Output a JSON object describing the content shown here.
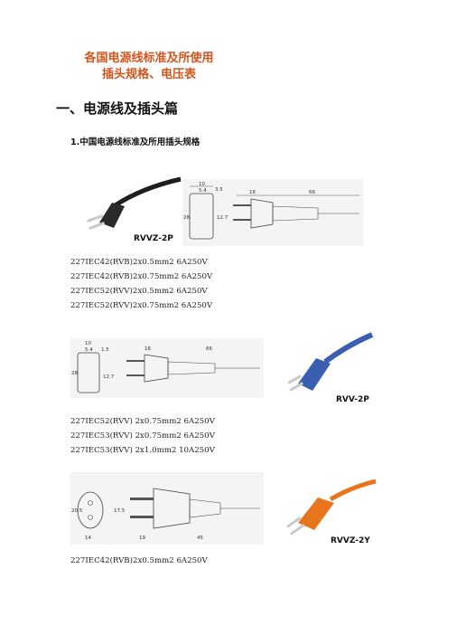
{
  "document": {
    "title_line1": "各国电源线标准及所使用",
    "title_line2": "插头规格、电压表",
    "section_heading": "一、电源线及插头篇",
    "subsection_heading": "1.中国电源线标准及所用插头规格"
  },
  "figures": [
    {
      "photo_label": "RVVZ-2P",
      "dims": [
        "10",
        "5.4",
        "3.5",
        "12.7",
        "28",
        "16",
        "66"
      ],
      "specs": [
        "227IEC42(RVB)2x0.5mm2 6A250V",
        "227IEC42(RVB)2x0.75mm2 6A250V",
        "227IEC52(RVV)2x0.5mm2 6A250V",
        "227IEC52(RVV)2x0.75mm2 6A250V"
      ]
    },
    {
      "photo_label": "RVV-2P",
      "dims": [
        "10",
        "5.4",
        "1.5",
        "28",
        "12.7",
        "16",
        "66"
      ],
      "specs": [
        "227IEC52(RVV) 2x0.75mm2 6A250V",
        "227IEC53(RVV) 2x0.75mm2 6A250V",
        "227IEC53(RVV) 2x1.0mm2 10A250V"
      ]
    },
    {
      "photo_label": "RVVZ-2Y",
      "dims": [
        "20.5",
        "17.5",
        "19",
        "45",
        "14"
      ],
      "specs": [
        "227IEC42(RVB)2x0.5mm2 6A250V"
      ]
    }
  ],
  "colors": {
    "title": "#d4541c",
    "plug1": "#2a2a2a",
    "plug2": "#3a5fb0",
    "plug3": "#e8741c"
  }
}
